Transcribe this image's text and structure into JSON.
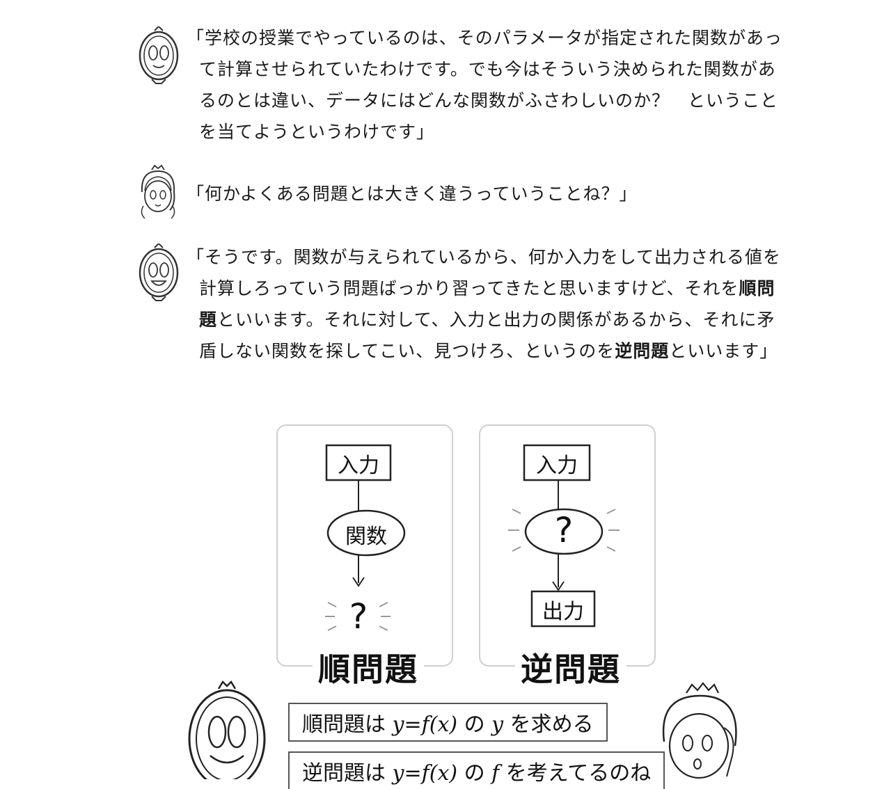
{
  "dialogue": [
    {
      "speaker": "mirror",
      "lines": [
        "「学校の授業でやっているのは、そのパラメータが指定された関数があって計算させられていたわけです。でも今はそういう決められた関数があるのとは違い、データにはどんな関数がふさわしいのか？　ということを当てようというわけです」"
      ]
    },
    {
      "speaker": "girl",
      "lines": [
        "「何かよくある問題とは大きく違うっていうことね？」"
      ]
    },
    {
      "speaker": "mirror",
      "parts": {
        "a": "「そうです。関数が与えられているから、何か入力をして出力される値を計算しろっていう問題ばっかり習ってきたと思いますけど、それを",
        "b": "順問題",
        "c": "といいます。それに対して、入力と出力の関係があるから、それに矛盾しない関数を探してこい、見つけろ、というのを",
        "d": "逆問題",
        "e": "といいます」"
      }
    }
  ],
  "diagram": {
    "forward": {
      "input": "入力",
      "node": "関数",
      "output": "?",
      "title": "順問題"
    },
    "inverse": {
      "input": "入力",
      "node": "?",
      "output": "出力",
      "title": "逆問題"
    }
  },
  "bubbles": {
    "b1_pre": "順問題は ",
    "b1_math": "y=f(x)",
    "b1_mid": " の ",
    "b1_var": "y",
    "b1_post": " を求める",
    "b2_pre": "逆問題は ",
    "b2_math": "y=f(x)",
    "b2_mid": " の ",
    "b2_var": "f",
    "b2_post": " を考えてるのね"
  }
}
